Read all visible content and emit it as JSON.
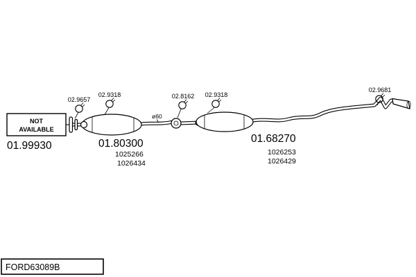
{
  "page": {
    "background": "#ffffff",
    "ink": "#000000"
  },
  "not_available": {
    "line1": "NOT",
    "line2": "AVAILABLE"
  },
  "parts": {
    "front": {
      "number": "01.99930"
    },
    "mid_muffler": {
      "number": "01.80300",
      "alt1": "1025266",
      "alt2": "1026434"
    },
    "rear_muffler": {
      "number": "01.68270",
      "alt1": "1026253",
      "alt2": "1026429"
    }
  },
  "clamps": {
    "c1": "02.9657",
    "c2": "02.9318",
    "c3": "02.8162",
    "c4": "02.9318",
    "c5": "02.9681"
  },
  "pipe": {
    "diameter": "ø60"
  },
  "footer": {
    "code": "FORD63089B"
  }
}
